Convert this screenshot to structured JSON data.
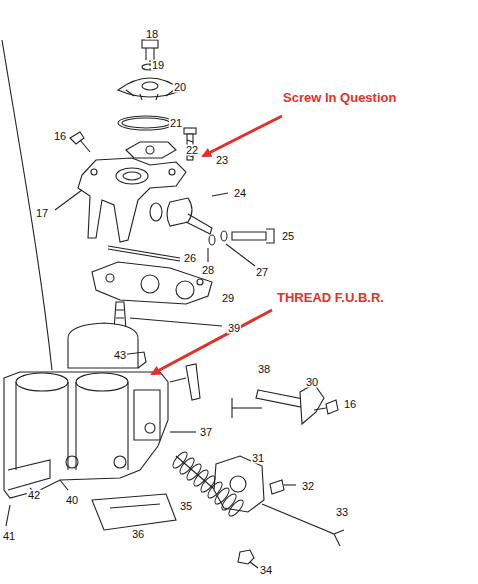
{
  "diagram": {
    "labels": [
      "18",
      "19",
      "20",
      "21",
      "16",
      "22",
      "23",
      "17",
      "24",
      "25",
      "26",
      "27",
      "28",
      "29",
      "39",
      "43",
      "38",
      "30",
      "16",
      "37",
      "31",
      "32",
      "35",
      "36",
      "33",
      "34",
      "40",
      "42",
      "41",
      "Screw In Question",
      "THREAD F.U.B.R."
    ]
  }
}
